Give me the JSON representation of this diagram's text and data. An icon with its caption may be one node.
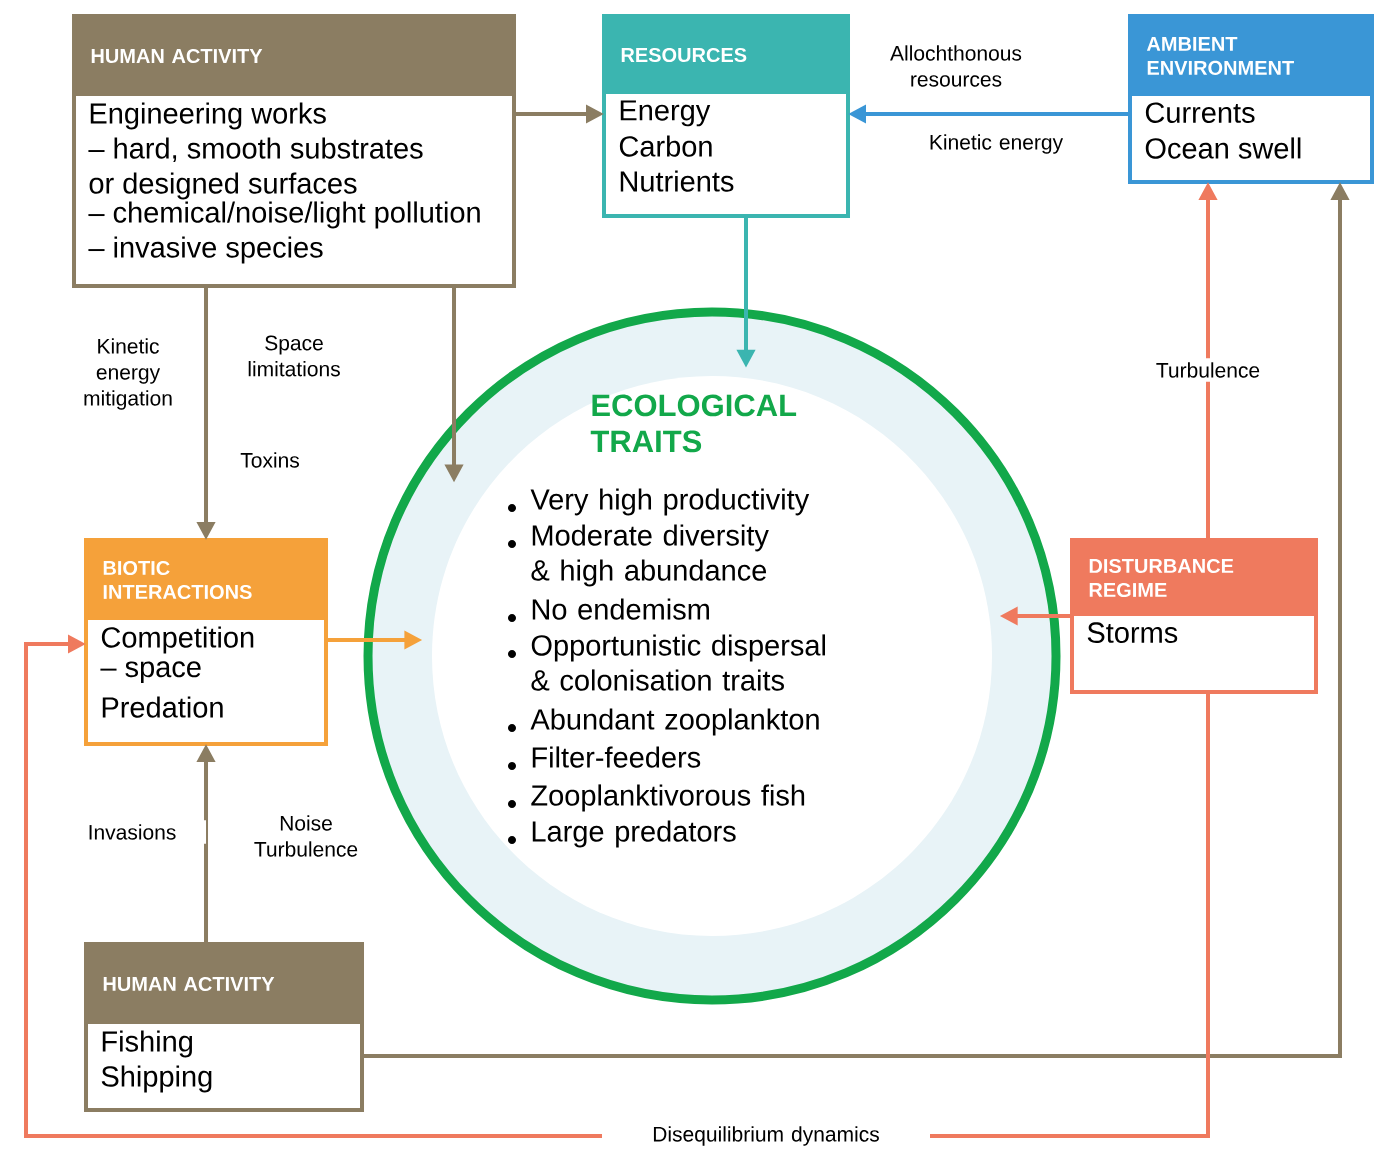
{
  "diagram": {
    "nodes": [
      {
        "text": [
          "HUMAN ACTIVITY",
          "Engineering works",
          "– hard, smooth substrates or designed surfaces",
          "– chemical/noise/light pollution",
          "– invasive species"
        ]
      },
      {
        "text": [
          "RESOURCES",
          "Energy",
          "Carbon",
          "Nutrients"
        ]
      },
      {
        "text": [
          "AMBIENT ENVIRONMENT",
          "Currents",
          "Ocean swell"
        ]
      },
      {
        "text": [
          "ECOLOGICAL TRAITS",
          "Very high productivity",
          "Moderate diversity & high abundance",
          "No endemism",
          "Opportunistic dispersal & colonisation traits",
          "Abundant zooplankton",
          "Filter-feeders",
          "Zooplanktivorous fish",
          "Large predators"
        ]
      },
      {
        "text": [
          "BIOTIC INTERACTIONS",
          "Competition",
          "– space",
          "Predation"
        ]
      },
      {
        "text": [
          "DISTURBANCE REGIME",
          "Storms"
        ]
      },
      {
        "text": [
          "HUMAN ACTIVITY",
          "Fishing",
          "Shipping"
        ]
      }
    ],
    "edges": [
      {
        "from": 0,
        "to": 1,
        "arrow": "to"
      },
      {
        "from": 2,
        "to": 1,
        "arrow": "to",
        "label": "Allochthonous resources",
        "color": "#3a96d6"
      },
      {
        "from": 1,
        "to": 3,
        "arrow": "to",
        "color": "#3bb5b0"
      },
      {
        "from": 0,
        "to": 4,
        "arrow": "to",
        "label": "Kinetic energy mitigation"
      },
      {
        "from": 0,
        "to": 3,
        "arrow": "to"
      },
      {
        "from": 4,
        "to": 3,
        "arrow": "to",
        "color": "#f5a13a"
      },
      {
        "from": 5,
        "to": 3,
        "arrow": "to",
        "color": "#ef7a5e"
      },
      {
        "from": 6,
        "to": 4,
        "arrow": "to",
        "label": "Invasions"
      },
      {
        "from": 6,
        "to": 2,
        "arrow": "to"
      },
      {
        "from": 5,
        "to": 2,
        "arrow": "to",
        "label": "Turbulence",
        "color": "#ef7a5e"
      },
      {
        "from": 5,
        "to": 4,
        "arrow": "to",
        "label": "Disequilibrium dynamics",
        "color": "#ef7a5e"
      }
    ],
    "labels": [
      "Kinetic energy",
      "Space limitations",
      "Toxins",
      "Noise Turbulence"
    ]
  }
}
